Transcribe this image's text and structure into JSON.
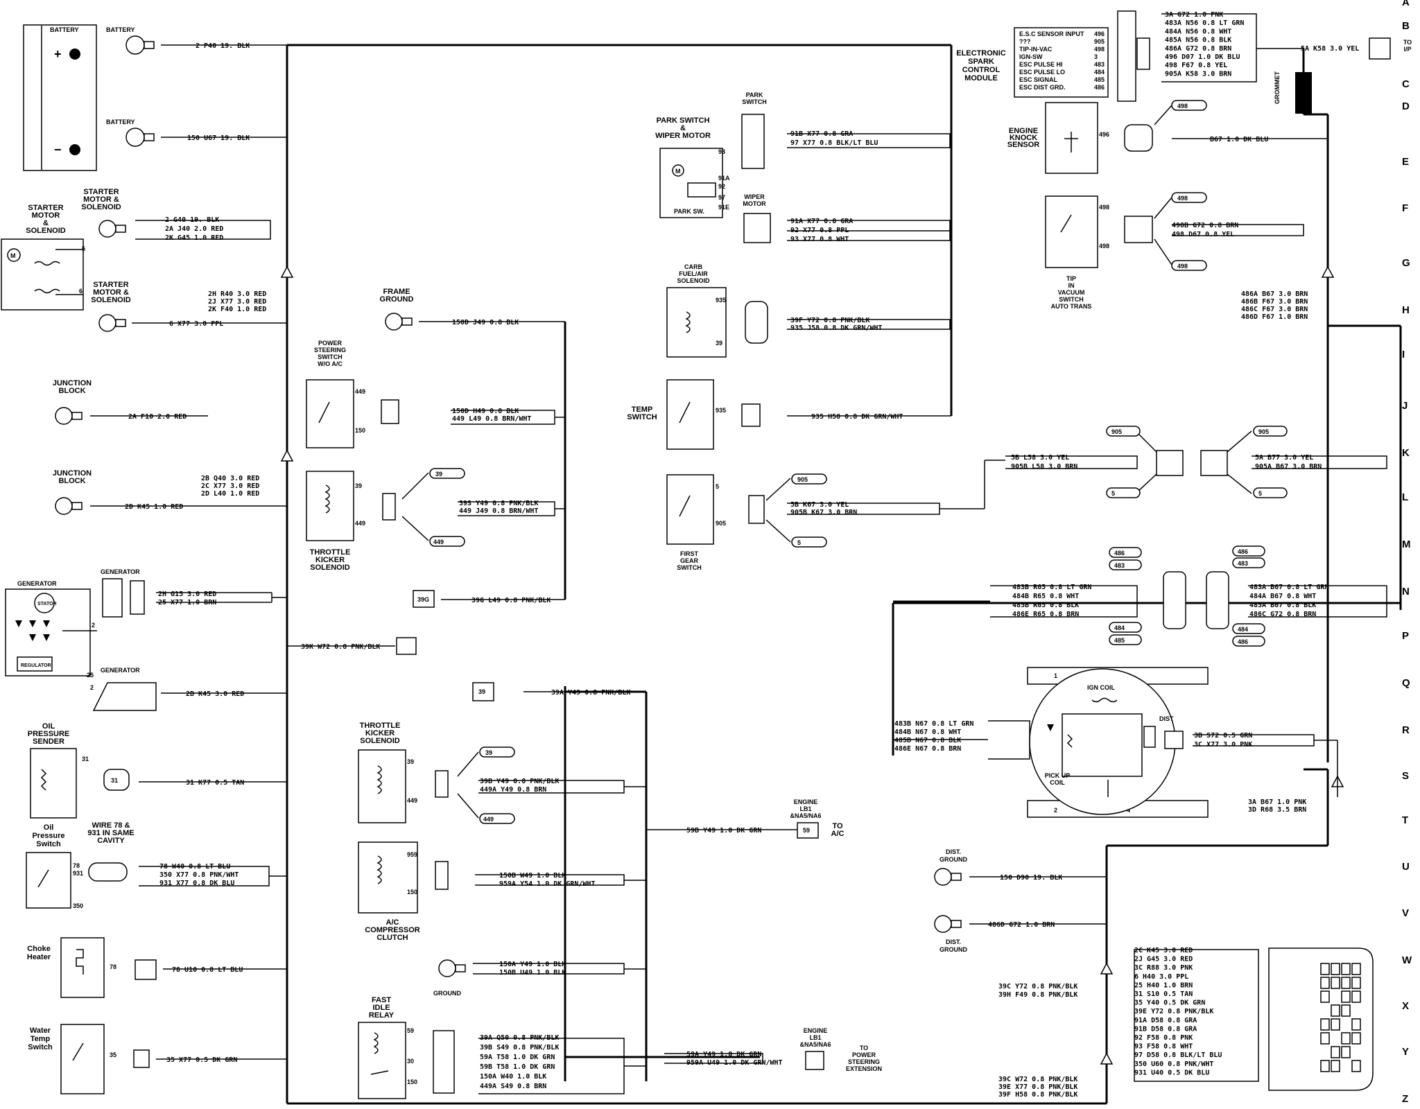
{
  "components": {
    "battery": "BATTERY",
    "battery_pos": "+",
    "battery_neg": "−",
    "battery_term": "BATTERY",
    "starter_motor": [
      "STARTER",
      "MOTOR",
      "&",
      "SOLENOID"
    ],
    "starter_motor_b": [
      "STARTER",
      "MOTOR &",
      "SOLENOID"
    ],
    "junction_block": [
      "JUNCTION",
      "BLOCK"
    ],
    "generator": "GENERATOR",
    "oil_pressure_sender": [
      "OIL",
      "PRESSURE",
      "SENDER"
    ],
    "oil_pressure_switch": [
      "Oil",
      "Pressure",
      "Switch"
    ],
    "wire_note": [
      "WIRE 78 &",
      "931 IN SAME",
      "CAVITY"
    ],
    "choke_heater": [
      "Choke",
      "Heater"
    ],
    "water_temp_switch": [
      "Water",
      "Temp",
      "Switch"
    ],
    "frame_ground": [
      "FRAME",
      "GROUND"
    ],
    "power_steering_switch": [
      "POWER",
      "STEERING",
      "SWITCH",
      "W/O A/C"
    ],
    "throttle_kicker": [
      "THROTTLE",
      "KICKER",
      "SOLENOID"
    ],
    "ac_compressor": [
      "A/C",
      "COMPRESSOR",
      "CLUTCH"
    ],
    "ground": "GROUND",
    "fast_idle_relay": [
      "FAST",
      "IDLE",
      "RELAY"
    ],
    "park_switch": [
      "PARK",
      "SWITCH"
    ],
    "park_switch_wiper": [
      "PARK SWITCH",
      "&",
      "WIPER MOTOR"
    ],
    "wiper_motor": [
      "WIPER",
      "MOTOR"
    ],
    "park_sw": "PARK SW.",
    "carb_solenoid": [
      "CARB",
      "FUEL/AIR",
      "SOLENOID"
    ],
    "temp_switch": [
      "TEMP",
      "SWITCH"
    ],
    "first_gear_switch": [
      "FIRST",
      "GEAR",
      "SWITCH"
    ],
    "engine_lb1_ac": [
      "ENGINE",
      "LB1",
      "&NA5/NA6"
    ],
    "to_ac": [
      "TO",
      "A/C"
    ],
    "to_power_steering": [
      "TO",
      "POWER",
      "STEERING",
      "EXTENSION"
    ],
    "esc_module": [
      "ELECTRONIC",
      "SPARK",
      "CONTROL",
      "MODULE"
    ],
    "esc_pins": [
      "E.S.C SENSOR INPUT",
      "???",
      "TIP-IN-VAC",
      "IGN-SW",
      "ESC PULSE HI",
      "ESC PULSE LO",
      "ESC SIGNAL",
      "ESC DIST GRD."
    ],
    "esc_pin_nums": [
      "496",
      "905",
      "498",
      "3",
      "483",
      "484",
      "485",
      "486"
    ],
    "engine_knock_sensor": [
      "ENGINE",
      "KNOCK",
      "SENSOR"
    ],
    "tip_switch": [
      "TIP",
      "IN",
      "VACUUM",
      "SWITCH",
      "AUTO TRANS"
    ],
    "grommet": "GROMMET",
    "to_ip": [
      "TO",
      "I/P"
    ],
    "dist": "DIST",
    "ign_coil": "IGN COIL",
    "pick_up_coil": [
      "PICK UP",
      "COIL"
    ],
    "dist_ground": [
      "DIST.",
      "GROUND"
    ]
  },
  "grid_letters": [
    "A",
    "B",
    "C",
    "D",
    "E",
    "F",
    "G",
    "H",
    "I",
    "J",
    "K",
    "L",
    "M",
    "N",
    "P",
    "Q",
    "R",
    "S",
    "T",
    "U",
    "V",
    "W",
    "X",
    "Y",
    "Z"
  ],
  "wires": {
    "bat1": "2    P40  19. BLK",
    "bat2": "150   U67   19. BLK",
    "st1": [
      "2    G40  19. BLK",
      "2A   J40  2.0 RED",
      "2K  G45 1.0 RED"
    ],
    "st2": [
      "2H   R40  3.0 RED",
      "2J   X77  3.0 RED",
      "2K   F40  1.0 RED"
    ],
    "st3": "6  X77  3.0 PPL",
    "jb1": "2A    F10    2.0 RED",
    "jb2a": [
      "2B    Q40  3.0 RED",
      "2C    X77  3.0 RED",
      "2D    L40  1.0 RED"
    ],
    "jb2": "2D    K45    1.0 RED",
    "gen1": [
      "2H  G15  3.0 RED",
      "25  X77  1.0 BRN"
    ],
    "gen2": "2B   K45  3.0 RED",
    "ops": "31  K77  0.5 TAN",
    "opsw": [
      "78  W40  0.8 LT BLU",
      "350  X77  0.8 PNK/WHT",
      "931  X77  0.8 DK BLU"
    ],
    "choke": "78  U10  0.8 LT BLU",
    "wts": "35   X77   0.5 DK GRN",
    "fg": "150D  J49  0.8 BLK",
    "pss": [
      "150D  H49  0.8 BLK",
      "449   L49  0.8 BRN/WHT"
    ],
    "tk1": [
      "39S   Y49  0.8 PNK/BLK",
      "449   J49  0.8 BRN/WHT"
    ],
    "conn396": "39G  L49  0.8 PNK/BLK",
    "w39k": "39K  W72  0.8 PNK/BLK",
    "w39a": "39A    Y49    0.8 PNK/BLK",
    "tk2": [
      "39B   Y49   0.8 PNK/BLK",
      "449A   Y49   0.8 BRN"
    ],
    "w59b": "59B  Y49   1.0 DK GRN",
    "ac": [
      "150B   W49   1.0 BLK",
      "959A   Y54   1.0 DK GRN/WHT"
    ],
    "gnd": [
      "150A   Y49   1.0 BLK",
      "150B   U49   1.0 BLK"
    ],
    "fir": [
      "39A   Q50   0.8 PNK/BLK",
      "39B   S49   0.8 PNK/BLK",
      "59A   T58   1.0 DK GRN",
      "59B   T58   1.0 DK GRN",
      "150A  W40   1.0 BLK",
      "449A  S49   0.8 BRN"
    ],
    "w59a": [
      "59A  Y49  1.0 DK GRN",
      "959A  U49  1.0 DK GRN/WHT"
    ],
    "parksw": [
      "91B    X77   0.8 GRA",
      "97     X77   0.8 BLK/LT BLU"
    ],
    "wiper": [
      "91A    X77   0.8 GRA",
      "92     X77   0.8 PPL",
      "93     X77   0.8 WHT"
    ],
    "carb": [
      "39F   Y72   0.8 PNK/BLK",
      "935   J58   0.8 DK GRN/WHT"
    ],
    "temp": "935    H58  0.8 DK GRN/WHT",
    "first": [
      "5B    K67   3.0 YEL",
      "905B  K67   3.0 BRN"
    ],
    "knock": "B67   1.0 DK BLU",
    "tip": [
      "498B  G72  0.8 BRN",
      "498   D67  0.8 YEL"
    ],
    "esc_conn": [
      "3A   G72   1.0 PNK",
      "483A  N56   0.8 LT GRN",
      "484A  N56   0.8 WHT",
      "485A  N56   0.8 BLK",
      "486A  G72   0.8 BRN",
      "496   D07   1.0 DK BLU",
      "498   F67   0.8 YEL",
      "905A  K58   3.0 BRN"
    ],
    "toip": "5A  K58  3.0 YEL",
    "grom": [
      "486A   B67   3.0 BRN",
      "486B   F67   3.0 BRN",
      "486C   F67   3.0 BRN",
      "486D   F67   1.0 BRN"
    ],
    "k_left": [
      "5B    L58   3.0 YEL",
      "905B  L58   3.0 BRN"
    ],
    "k_right": [
      "5A    B77   3.0 YEL",
      "905A  B67   3.0 BRN"
    ],
    "n_left": [
      "483B   R65   0.8 LT GRN",
      "484B   R65   0.8 WHT",
      "485B   R65   0.8 BLK",
      "486E   R65   0.8 BRN"
    ],
    "n_right": [
      "483A   B67   0.8 LT GRN",
      "484A   B67   0.8 WHT",
      "485A   B67   0.8 BLK",
      "486C   G72   0.8 BRN"
    ],
    "dist_l": [
      "483B   N67   0.8 LT GRN",
      "484B   N67   0.8 WHT",
      "485B   N67   0.8 BLK",
      "486E   N67   0.8 BRN"
    ],
    "dist_r": [
      "3B   S72   0.5 GRN",
      "3C   X77   3.0 PNK"
    ],
    "dist_t": [
      "3A   B67   1.0 PNK",
      "3D   R68   3.5 BRN"
    ],
    "dg1": "150  D90  19. BLK",
    "dg2": "486D  G72  1.0 BRN",
    "fuse": [
      "2C   K45   3.0 RED",
      "2J   G45   3.0 RED",
      "3C   R88   3.0 PNK",
      "6    H40   3.0 PPL",
      "25   H40   1.0 BRN",
      "31   S10   0.5 TAN",
      "35   Y40   0.5 DK GRN",
      "39E  Y72   0.8 PNK/BLK",
      "91A  D58   0.8 GRA",
      "91B  D58   0.8 GRA",
      "92   F58   0.8 PNK",
      "93   F58   0.8 WHT",
      "97   D58   0.8 BLK/LT BLU",
      "350  U60   0.8 PNK/WHT",
      "931  U40   0.5 DK BLU"
    ],
    "fuse_l1": [
      "39C   Y72   0.8 PNK/BLK",
      "39H   F49   0.8 PNK/BLK"
    ],
    "fuse_l2": [
      "39C   W72   0.8 PNK/BLK",
      "39E   X77   0.8 PNK/BLK",
      "39F   H58   0.8 PNK/BLK"
    ]
  },
  "tags": [
    "39",
    "449",
    "39",
    "449",
    "905",
    "5",
    "498",
    "498",
    "498",
    "905",
    "905",
    "5",
    "5",
    "486",
    "483",
    "484",
    "485",
    "486",
    "483",
    "484",
    "485"
  ]
}
